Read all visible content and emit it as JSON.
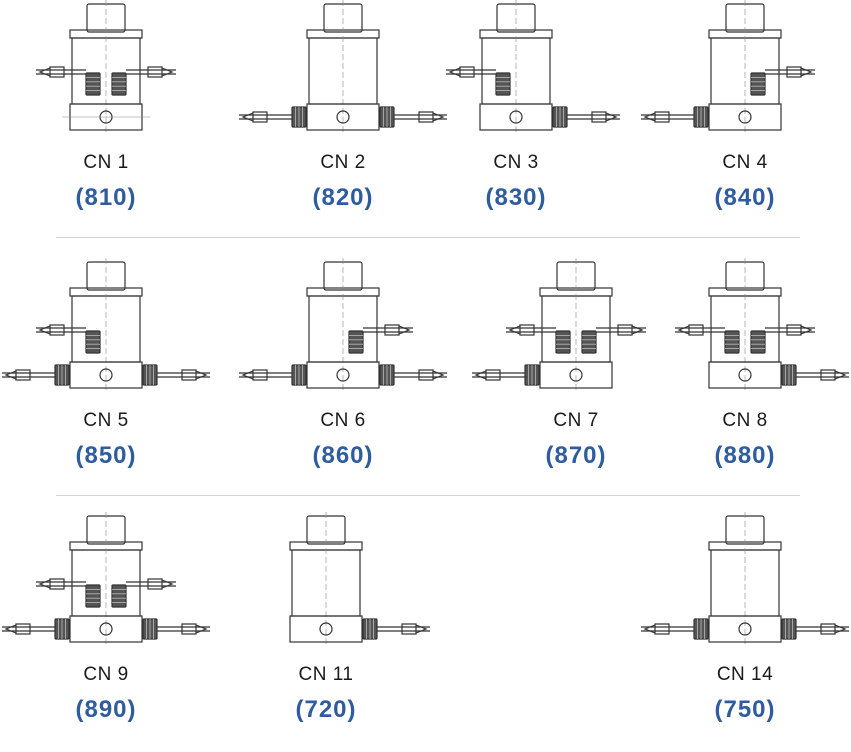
{
  "rows": [
    [
      {
        "label": "CN 1",
        "code": "(810)",
        "variant": "dual-top-side-center-block"
      },
      {
        "label": "CN 2",
        "code": "(820)",
        "variant": "bottom-both"
      },
      {
        "label": "CN 3",
        "code": "(830)",
        "variant": "one-top-left-bottom-right"
      },
      {
        "label": "CN 4",
        "code": "(840)",
        "variant": "one-top-right-bottom-left"
      }
    ],
    [
      {
        "label": "CN 5",
        "code": "(850)",
        "variant": "one-top-left-bottom-both"
      },
      {
        "label": "CN 6",
        "code": "(860)",
        "variant": "one-top-right-bottom-both"
      },
      {
        "label": "CN 7",
        "code": "(870)",
        "variant": "dual-top-bottom-left"
      },
      {
        "label": "CN 8",
        "code": "(880)",
        "variant": "dual-top-bottom-right"
      }
    ],
    [
      {
        "label": "CN 9",
        "code": "(890)",
        "variant": "dual-top-bottom-both"
      },
      {
        "label": "CN 11",
        "code": "(720)",
        "variant": "plain-bottom-right"
      },
      null,
      {
        "label": "CN 14",
        "code": "(750)",
        "variant": "plain-bottom-both"
      }
    ]
  ],
  "colors": {
    "code": "#2f5c9e",
    "line": "#333333",
    "divider": "#d4d4d4"
  }
}
